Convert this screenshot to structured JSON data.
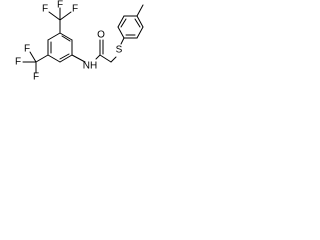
{
  "molecule": {
    "atoms": {
      "F_top_left": "F",
      "F_top_mid": "F",
      "F_top_right": "F",
      "F_mid_left": "F",
      "F_mid_up": "F",
      "F_mid_down": "F",
      "O": "O",
      "NH": "NH",
      "S": "S"
    }
  }
}
